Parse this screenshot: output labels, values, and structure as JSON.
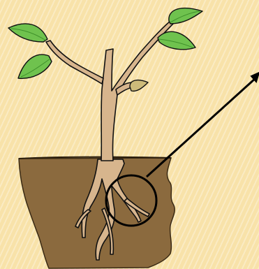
{
  "slide": {
    "background": "#f8e2a9"
  },
  "illustration": {
    "subject": "seedling",
    "colors": {
      "soil": "#8b6a3e",
      "outline": "#111111",
      "stem": "#d7b58d",
      "leaf": "#6fc24e",
      "leaf_dark": "#3e8f2a",
      "callout": "#000000"
    }
  },
  "callout": {
    "highlight_shape": "circle",
    "pointer": "arrow",
    "pointer_direction": "up-right"
  }
}
